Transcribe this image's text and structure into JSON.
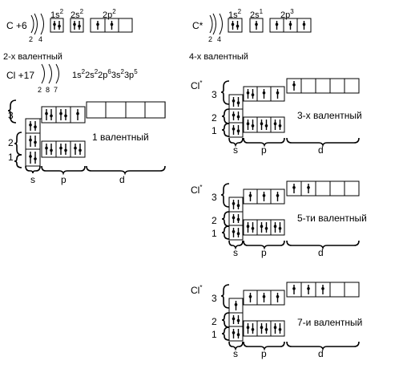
{
  "carbon": {
    "symbol": "C +6",
    "shell_numbers": [
      "2",
      "4"
    ],
    "sublevels": [
      {
        "main": "1s",
        "sup": "2"
      },
      {
        "main": "2s",
        "sup": "2"
      },
      {
        "main": "2p",
        "sup": "2"
      }
    ],
    "valence_caption": "2-х валентный"
  },
  "carbon_excited": {
    "symbol": "C*",
    "shell_numbers": [
      "2",
      "4"
    ],
    "sublevels": [
      {
        "main": "1s",
        "sup": "2"
      },
      {
        "main": "2s",
        "sup": "1"
      },
      {
        "main": "2p",
        "sup": "3"
      }
    ],
    "valence_caption": "4-х валентный"
  },
  "chlorine": {
    "symbol": "Cl +17",
    "shell_numbers": [
      "2",
      "8",
      "7"
    ],
    "configuration": [
      {
        "main": "1s",
        "sup": "2"
      },
      {
        "main": "2s",
        "sup": "2"
      },
      {
        "main": "2p",
        "sup": "6"
      },
      {
        "main": "3s",
        "sup": "2"
      },
      {
        "main": "3p",
        "sup": "5"
      }
    ]
  },
  "level_numbers": [
    "1",
    "2",
    "3"
  ],
  "sublevel_names": [
    "s",
    "p",
    "d"
  ],
  "diagrams": [
    {
      "id": "cl-ground",
      "symbol": "",
      "valence": "1 валентный"
    },
    {
      "id": "cl-excited-3",
      "symbol": "Cl",
      "symbol_sup": "*",
      "valence": "3-х валентный"
    },
    {
      "id": "cl-excited-5",
      "symbol": "Cl",
      "symbol_sup": "*",
      "valence": "5-ти валентный"
    },
    {
      "id": "cl-excited-7",
      "symbol": "Cl",
      "symbol_sup": "*",
      "valence": "7-и валентный"
    }
  ]
}
